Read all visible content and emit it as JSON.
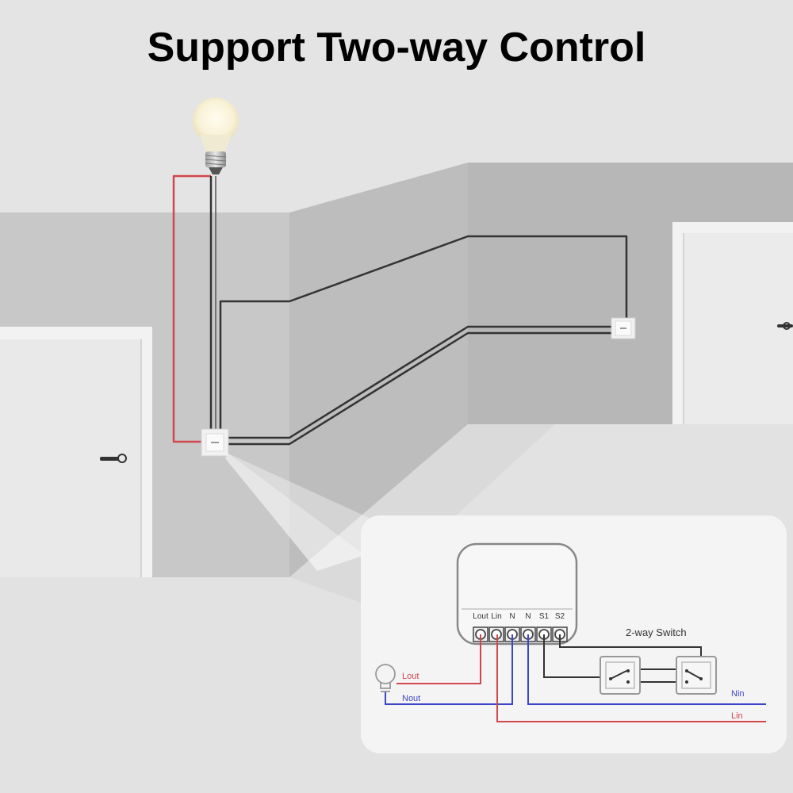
{
  "title": "Support Two-way Control",
  "module": {
    "terminals": [
      "Lout",
      "Lin",
      "N",
      "N",
      "S1",
      "S2"
    ]
  },
  "wiring": {
    "lout_label": "Lout",
    "nout_label": "Nout",
    "nin_label": "Nin",
    "lin_label": "Lin",
    "switch_label": "2-way Switch"
  },
  "colors": {
    "live": "#d2474d",
    "neutral": "#3c45c8",
    "switch_wire": "#333333",
    "wall_dark": "#b9b9b9",
    "wall_light": "#cfcfcf",
    "floor": "#e3e3e3",
    "panel": "#f4f4f4"
  },
  "icons": {
    "bulb": "light-bulb-icon",
    "schematic_bulb": "light-bulb-outline-icon"
  }
}
